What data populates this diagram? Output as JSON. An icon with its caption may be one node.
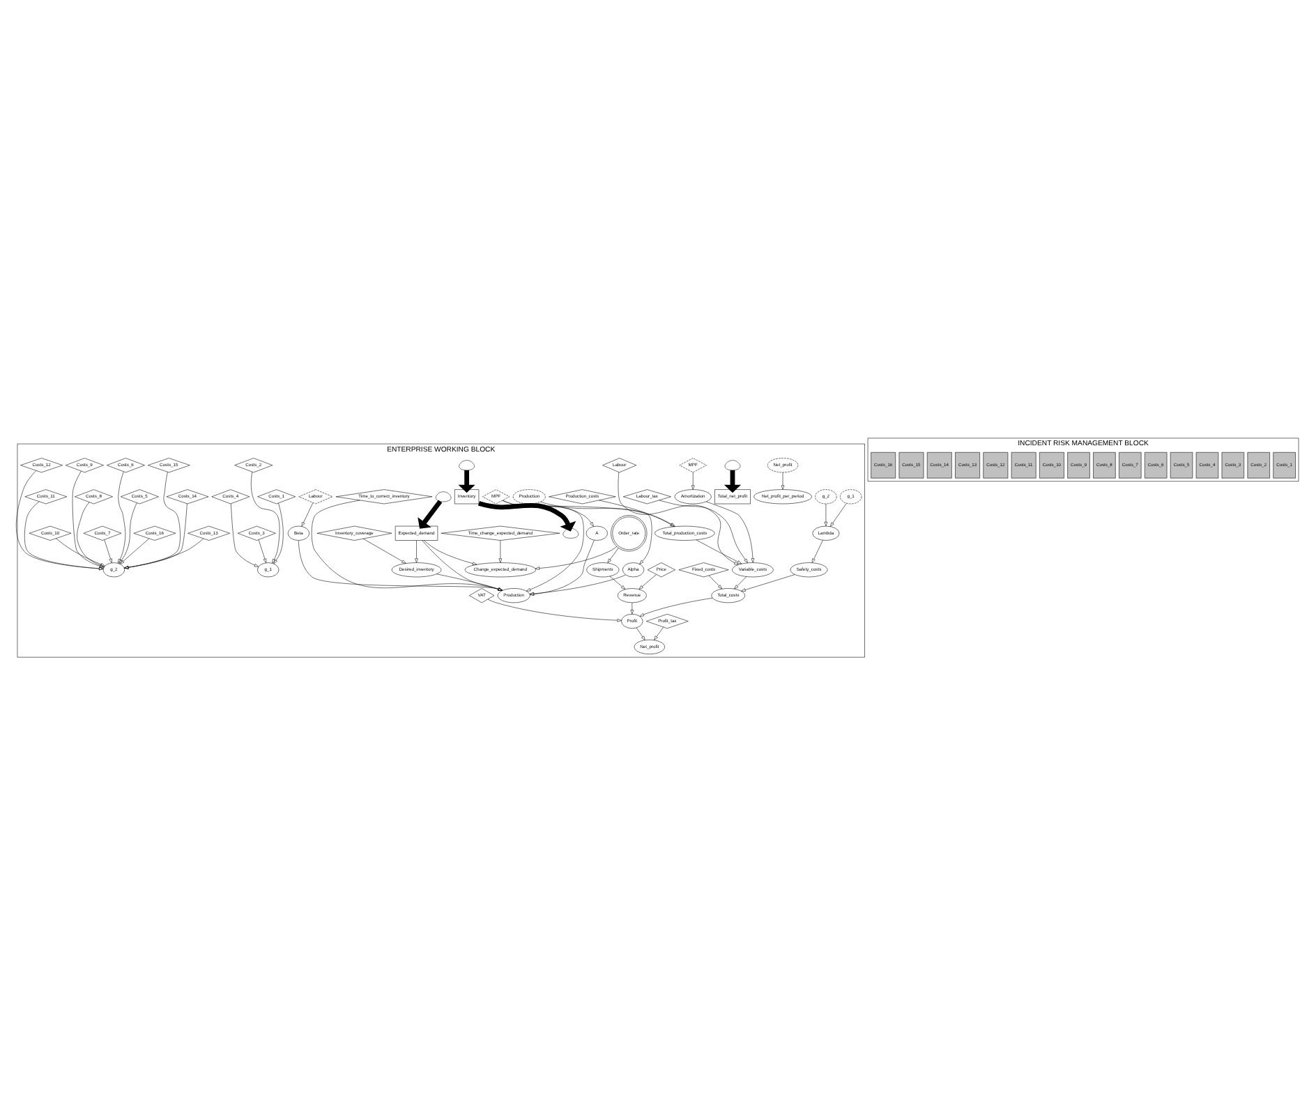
{
  "diagram": {
    "nodes": [
      {
        "text": [
          "ENTERPRISE WORKING BLOCK"
        ]
      },
      {
        "text": [
          "Time_to_correct_inventory"
        ],
        "in": 0
      },
      {
        "text": [
          "Beta"
        ],
        "in": 0
      },
      {
        "text": [
          "Labour"
        ],
        "in": 0
      },
      {
        "text": [
          "Net_profit"
        ],
        "in": 0
      },
      {
        "text": [],
        "shape": "cloud",
        "in": 0
      },
      {
        "text": [
          "Net_profit_per_period"
        ],
        "in": 0
      },
      {
        "text": [
          "Total_net_profit"
        ],
        "in": 0
      },
      {
        "text": [
          "Price"
        ],
        "in": 0
      },
      {
        "text": [
          "VAT"
        ],
        "in": 0
      },
      {
        "text": [
          "Net_profit"
        ],
        "in": 0
      },
      {
        "text": [
          "Profit_tax"
        ],
        "in": 0
      },
      {
        "text": [],
        "shape": "cloud",
        "in": 0
      },
      {
        "text": [
          "Production"
        ],
        "in": 0
      },
      {
        "text": [
          "Inventory"
        ],
        "in": 0
      },
      {
        "text": [
          "Shipments"
        ],
        "in": 0
      },
      {
        "text": [],
        "shape": "cloud",
        "in": 0
      },
      {
        "text": [
          "Revenue"
        ],
        "in": 0
      },
      {
        "text": [
          "Profit"
        ],
        "in": 0
      },
      {
        "text": [
          "MPF"
        ],
        "in": 0
      },
      {
        "text": [
          "Alpha"
        ],
        "in": 0
      },
      {
        "text": [
          "Order_rate"
        ],
        "in": 0
      },
      {
        "text": [
          "Total_costs"
        ],
        "in": 0
      },
      {
        "text": [
          "Fixed_costs"
        ],
        "in": 0
      },
      {
        "text": [
          "Variable_costs"
        ],
        "in": 0
      },
      {
        "text": [
          "Labour_tax"
        ],
        "in": 0
      },
      {
        "text": [
          "Labour"
        ],
        "in": 0
      },
      {
        "text": [
          "A"
        ],
        "in": 0
      },
      {
        "text": [
          "Expected_demand"
        ],
        "in": 0
      },
      {
        "text": [
          "Change_expected_demand"
        ],
        "in": 0
      },
      {
        "text": [],
        "shape": "cloud",
        "in": 0
      },
      {
        "text": [
          "Total_production_costs"
        ],
        "in": 0
      },
      {
        "text": [
          "Amortization"
        ],
        "in": 0
      },
      {
        "text": [
          "Production_costs"
        ],
        "in": 0
      },
      {
        "text": [
          "Desired_inventory"
        ],
        "in": 0
      },
      {
        "text": [
          "Inventory_coverage"
        ],
        "in": 0
      },
      {
        "text": [
          "Safety_costs"
        ],
        "in": 0
      },
      {
        "text": [
          "Lambda"
        ],
        "in": 0
      },
      {
        "text": [
          "MPF"
        ],
        "in": 0
      },
      {
        "text": [
          "Production"
        ],
        "in": 0
      },
      {
        "text": [
          "g_1"
        ],
        "in": 0
      },
      {
        "text": [
          "g_2"
        ],
        "in": 0
      },
      {
        "text": [
          "Time_change_expected_demand"
        ],
        "in": 0
      },
      {
        "text": [
          "Costs_1"
        ],
        "in": 0
      },
      {
        "text": [
          "Costs_2"
        ],
        "in": 0
      },
      {
        "text": [
          "g_1"
        ],
        "in": 0
      },
      {
        "text": [
          "Costs_3"
        ],
        "in": 0
      },
      {
        "text": [
          "Costs_4"
        ],
        "in": 0
      },
      {
        "text": [
          "Costs_5"
        ],
        "in": 0
      },
      {
        "text": [
          "Costs_6"
        ],
        "in": 0
      },
      {
        "text": [
          "Costs_7"
        ],
        "in": 0
      },
      {
        "text": [
          "Costs_8"
        ],
        "in": 0
      },
      {
        "text": [
          "Costs_9"
        ],
        "in": 0
      },
      {
        "text": [
          "Costs_10"
        ],
        "in": 0
      },
      {
        "text": [
          "Costs_11"
        ],
        "in": 0
      },
      {
        "text": [
          "Costs_12"
        ],
        "in": 0
      },
      {
        "text": [
          "Costs_13"
        ],
        "in": 0
      },
      {
        "text": [
          "Costs_14"
        ],
        "in": 0
      },
      {
        "text": [
          "Costs_15"
        ],
        "in": 0
      },
      {
        "text": [
          "Costs_16"
        ],
        "in": 0
      },
      {
        "text": [
          "g_2"
        ],
        "in": 0
      },
      {
        "text": [
          "INCIDENT RISK MANAGEMENT BLOCK"
        ]
      },
      {
        "text": [
          "Costs_1"
        ],
        "in": 61
      },
      {
        "text": [
          "Costs_2"
        ],
        "in": 61
      },
      {
        "text": [
          "Costs_3"
        ],
        "in": 61
      },
      {
        "text": [
          "Costs_4"
        ],
        "in": 61
      },
      {
        "text": [
          "Costs_5"
        ],
        "in": 61
      },
      {
        "text": [
          "Costs_6"
        ],
        "in": 61
      },
      {
        "text": [
          "Costs_7"
        ],
        "in": 61
      },
      {
        "text": [
          "Costs_8"
        ],
        "in": 61
      },
      {
        "text": [
          "Costs_9"
        ],
        "in": 61
      },
      {
        "text": [
          "Costs_10"
        ],
        "in": 61
      },
      {
        "text": [
          "Costs_11"
        ],
        "in": 61
      },
      {
        "text": [
          "Costs_12"
        ],
        "in": 61
      },
      {
        "text": [
          "Costs_13"
        ],
        "in": 61
      },
      {
        "text": [
          "Costs_14"
        ],
        "in": 61
      },
      {
        "text": [
          "Costs_15"
        ],
        "in": 61
      },
      {
        "text": [
          "Costs_16"
        ],
        "in": 61
      }
    ],
    "edges": [
      {
        "from": 5,
        "to": 7,
        "arrow": "to",
        "style": "thick"
      },
      {
        "from": 12,
        "to": 14,
        "arrow": "to",
        "style": "thick"
      },
      {
        "from": 14,
        "to": 16,
        "arrow": "to",
        "style": "thick"
      },
      {
        "from": 30,
        "to": 28,
        "arrow": "to",
        "style": "thick"
      },
      {
        "from": 3,
        "to": 2,
        "arrow": "to"
      },
      {
        "from": 2,
        "to": 13,
        "arrow": "to"
      },
      {
        "from": 1,
        "to": 13,
        "arrow": "to"
      },
      {
        "from": 19,
        "to": 20,
        "arrow": "to"
      },
      {
        "from": 20,
        "to": 13,
        "arrow": "to"
      },
      {
        "from": 19,
        "to": 27,
        "arrow": "to"
      },
      {
        "from": 27,
        "to": 13,
        "arrow": "to"
      },
      {
        "from": 14,
        "to": 13,
        "arrow": "to"
      },
      {
        "from": 34,
        "to": 13,
        "arrow": "to"
      },
      {
        "from": 28,
        "to": 13,
        "arrow": "to"
      },
      {
        "from": 28,
        "to": 34,
        "arrow": "to"
      },
      {
        "from": 35,
        "to": 34,
        "arrow": "to"
      },
      {
        "from": 28,
        "to": 29,
        "arrow": "to"
      },
      {
        "from": 21,
        "to": 29,
        "arrow": "to"
      },
      {
        "from": 21,
        "to": 15,
        "arrow": "to"
      },
      {
        "from": 42,
        "to": 29,
        "arrow": "to"
      },
      {
        "from": 4,
        "to": 6,
        "arrow": "to"
      },
      {
        "from": 15,
        "to": 17,
        "arrow": "to"
      },
      {
        "from": 8,
        "to": 17,
        "arrow": "to"
      },
      {
        "from": 17,
        "to": 18,
        "arrow": "to"
      },
      {
        "from": 9,
        "to": 18,
        "arrow": "to"
      },
      {
        "from": 22,
        "to": 18,
        "arrow": "to"
      },
      {
        "from": 18,
        "to": 10,
        "arrow": "to"
      },
      {
        "from": 11,
        "to": 10,
        "arrow": "to"
      },
      {
        "from": 23,
        "to": 22,
        "arrow": "to"
      },
      {
        "from": 24,
        "to": 22,
        "arrow": "to"
      },
      {
        "from": 25,
        "to": 24,
        "arrow": "to"
      },
      {
        "from": 26,
        "to": 24,
        "arrow": "to"
      },
      {
        "from": 31,
        "to": 24,
        "arrow": "to"
      },
      {
        "from": 32,
        "to": 24,
        "arrow": "to"
      },
      {
        "from": 33,
        "to": 31,
        "arrow": "to"
      },
      {
        "from": 39,
        "to": 31,
        "arrow": "to"
      },
      {
        "from": 38,
        "to": 32,
        "arrow": "to"
      },
      {
        "from": 36,
        "to": 22,
        "arrow": "to"
      },
      {
        "from": 37,
        "to": 36,
        "arrow": "to"
      },
      {
        "from": 40,
        "to": 37,
        "arrow": "to"
      },
      {
        "from": 41,
        "to": 37,
        "arrow": "to"
      },
      {
        "from": 43,
        "to": 45,
        "arrow": "to"
      },
      {
        "from": 44,
        "to": 45,
        "arrow": "to"
      },
      {
        "from": 46,
        "to": 45,
        "arrow": "to"
      },
      {
        "from": 47,
        "to": 45,
        "arrow": "to"
      },
      {
        "from": 48,
        "to": 60,
        "arrow": "to"
      },
      {
        "from": 49,
        "to": 60,
        "arrow": "to"
      },
      {
        "from": 50,
        "to": 60,
        "arrow": "to"
      },
      {
        "from": 51,
        "to": 60,
        "arrow": "to"
      },
      {
        "from": 52,
        "to": 60,
        "arrow": "to"
      },
      {
        "from": 53,
        "to": 60,
        "arrow": "to"
      },
      {
        "from": 54,
        "to": 60,
        "arrow": "to"
      },
      {
        "from": 55,
        "to": 60,
        "arrow": "to"
      },
      {
        "from": 56,
        "to": 60,
        "arrow": "to"
      },
      {
        "from": 57,
        "to": 60,
        "arrow": "to"
      },
      {
        "from": 58,
        "to": 60,
        "arrow": "to"
      },
      {
        "from": 59,
        "to": 60,
        "arrow": "to"
      }
    ]
  }
}
